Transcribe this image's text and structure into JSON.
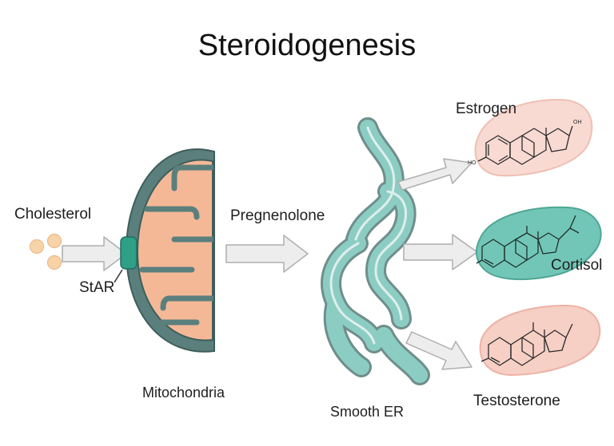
{
  "diagram": {
    "title": "Steroidogenesis",
    "labels": {
      "cholesterol": "Cholesterol",
      "star": "StAR",
      "mitochondria": "Mitochondria",
      "pregnenolone": "Pregnenolone",
      "smooth_er": "Smooth ER",
      "estrogen": "Estrogen",
      "cortisol": "Cortisol",
      "testosterone": "Testosterone"
    },
    "estrogen_groups": {
      "oh_top": "OH",
      "ho_left": "HO"
    },
    "colors": {
      "mitochondria_outer": "#5a7f7c",
      "mitochondria_inner": "#f5b896",
      "er_fill": "#8ccdc3",
      "er_outline": "#6f8e8b",
      "star_protein": "#2f9f86",
      "arrow_fill": "#ededed",
      "arrow_stroke": "#aeaeae",
      "estrogen_halo": "#f8dad2",
      "cortisol_halo": "#72c6b7",
      "testosterone_halo": "#f6cfc5",
      "cholesterol_dots": "#f8d3a8"
    }
  }
}
